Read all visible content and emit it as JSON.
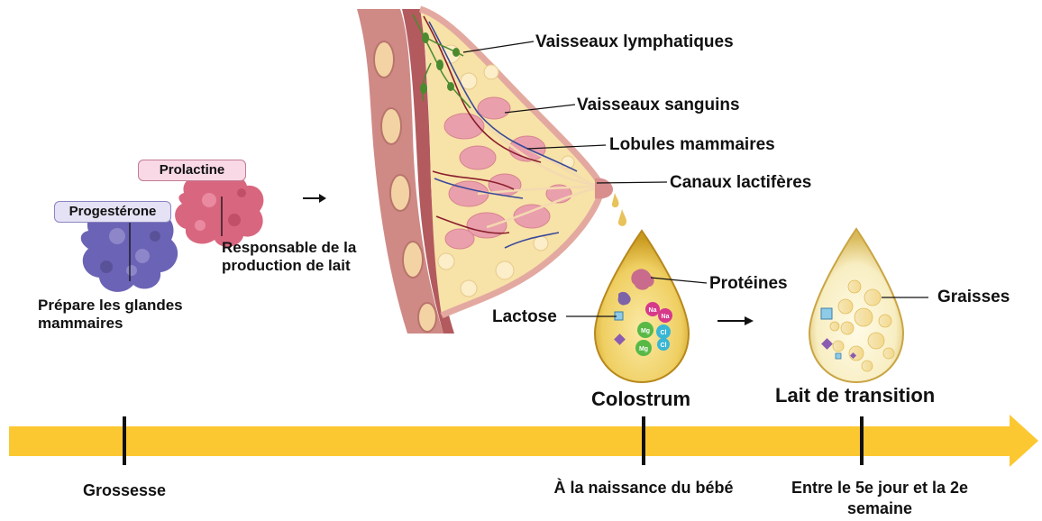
{
  "hormones": {
    "progesterone": {
      "name": "Progestérone",
      "caption": "Prépare les glandes mammaires",
      "color": "#6b63b5"
    },
    "prolactin": {
      "name": "Prolactine",
      "caption": "Responsable de la production de lait",
      "color": "#d9667f"
    }
  },
  "breast_labels": {
    "lymph": "Vaisseaux lymphatiques",
    "blood": "Vaisseaux sanguins",
    "lobules": "Lobules mammaires",
    "ducts": "Canaux lactifères"
  },
  "colostrum": {
    "title": "Colostrum",
    "proteins": "Protéines",
    "lactose": "Lactose",
    "ions": [
      "Na",
      "Na",
      "Mg",
      "Cl",
      "Mg",
      "Cl"
    ]
  },
  "transition_milk": {
    "title": "Lait de transition",
    "fats": "Graisses"
  },
  "timeline": {
    "color": "#fcc832",
    "markers": [
      {
        "label": "Grossesse"
      },
      {
        "label": "À la naissance du bébé"
      },
      {
        "label": "Entre le 5e jour et la 2e semaine"
      }
    ]
  },
  "icons": [
    "arrow-right-icon",
    "breast-cross-section-icon",
    "milk-drop-icon",
    "protein-blob-icon"
  ]
}
